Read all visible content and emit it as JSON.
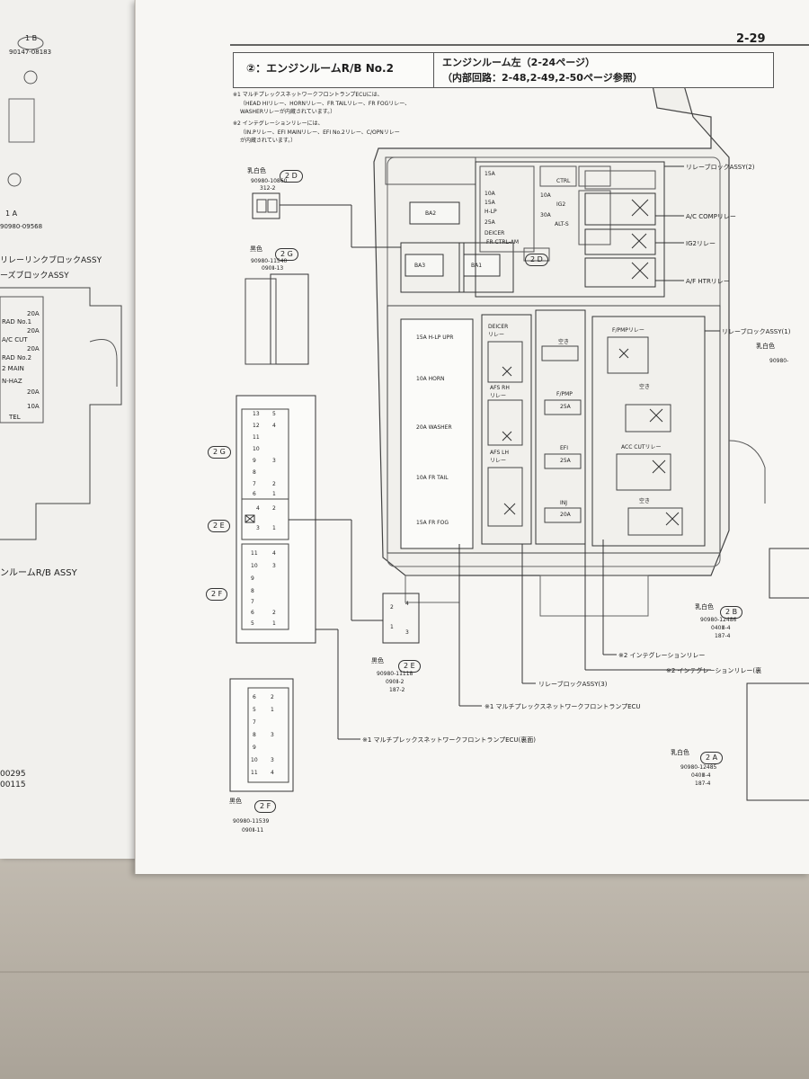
{
  "left_page": {
    "connector_top": "1 B",
    "part_top": "90147-08183",
    "connector_mid": "1 A",
    "part_mid": "90980-09568",
    "block_label_1": "リレーリンクブロックASSY",
    "block_label_2": "ーズブロックASSY",
    "fuses": [
      "20A",
      "RAD No.1",
      "20A",
      "A/C CUT",
      "20A",
      "RAD No.2",
      "2 MAIN",
      "N-HAZ",
      "20A",
      "10A",
      "TEL"
    ],
    "rb_label": "ンルームR/B ASSY",
    "code_1": "00295",
    "code_2": "00115"
  },
  "page": {
    "number": "2-29",
    "header_left": "②：エンジンルームR/B No.2",
    "header_right_1": "エンジンルーム左（2-24ページ）",
    "header_right_2": "（内部回路：2-48,2-49,2-50ページ参照）",
    "note1_head": "※1 マルチプレックスネットワークフロントランプECUには、",
    "note1_line2": "（HEAD HIリレー、HORNリレー、FR TAILリレー、FR FOGリレー、",
    "note1_line3": "WASHERリレーが内蔵されています。）",
    "note2_head": "※2 インテグレーションリレーには、",
    "note2_line2": "（IN.Pリレー、EFI MAINリレー、EFI No.2リレー、C/OPNリレー",
    "note2_line3": "が内蔵されています。）"
  },
  "connectors": {
    "c2D": {
      "color": "乳白色",
      "id": "2 D",
      "part": "90980-10860",
      "sub": "312-2"
    },
    "c2G": {
      "color": "黒色",
      "id": "2 G",
      "part": "90980-11540",
      "sub": "090Ⅱ-13"
    },
    "c2E": {
      "color": "黒色",
      "id": "2 E",
      "part": "90980-11118",
      "sub1": "090Ⅱ-2",
      "sub2": "187-2"
    },
    "c2F": {
      "color": "黒色",
      "id": "2 F",
      "part": "90980-11539",
      "sub": "090Ⅱ-11"
    },
    "c2B": {
      "color": "乳白色",
      "id": "2 B",
      "part": "90980-12486",
      "sub1": "040Ⅲ-4",
      "sub2": "187-4"
    },
    "c2A": {
      "color": "乳白色",
      "id": "2 A",
      "part": "90980-12485",
      "sub1": "040Ⅲ-4",
      "sub2": "187-4"
    },
    "c2C": {
      "color": "乳白色",
      "part": "90980-"
    }
  },
  "side_labels": {
    "g": "2 G",
    "e": "2 E",
    "f": "2 F"
  },
  "pins": {
    "g": [
      "13",
      "5",
      "12",
      "4",
      "11",
      "10",
      "9",
      "3",
      "8",
      "7",
      "2",
      "6",
      "1"
    ],
    "e": [
      "4",
      "2",
      "3",
      "1"
    ],
    "f_upper": [
      "11",
      "4",
      "10",
      "3",
      "9",
      "8",
      "7",
      "6",
      "2",
      "5",
      "1"
    ],
    "f_lower": [
      "6",
      "2",
      "5",
      "1",
      "7",
      "8",
      "3",
      "9",
      "10",
      "3",
      "11",
      "4"
    ],
    "e_conn": [
      "2",
      "4",
      "1",
      "3"
    ]
  },
  "fuses": {
    "ba2": "BA2",
    "ba3": "BA3",
    "ba1": "BA1",
    "left_col": [
      "15A H-LP UPR",
      "10A HORN",
      "20A WASHER",
      "10A FR TAIL",
      "15A FR FOG"
    ],
    "deicer": "DEICER\nリレー",
    "afs_rh": "AFS RH\nリレー",
    "afs_lh": "AFS LH\nリレー",
    "empty": "空き",
    "fpmp": "F/PMP",
    "fpmp_val": "25A",
    "efi": "EFI",
    "efi_val": "25A",
    "inj": "INJ",
    "inj_val": "20A",
    "fpmp_relay": "F/PMPリレー",
    "acc_cut": "ACC CUTリレー",
    "top_fuses": [
      "15A",
      "10A",
      "15A",
      "H-LP",
      "25A",
      "CTRL",
      "10A",
      "IG2",
      "30A",
      "ALT-S",
      "DEICER",
      "FR CTRL-AM"
    ],
    "d2": "2 D"
  },
  "callouts": {
    "relay_block_2": "リレーブロックASSY(2)",
    "ac_comp": "A/C COMPリレー",
    "ig2": "IG2リレー",
    "af_htr": "A/F HTRリレー",
    "relay_block_1": "リレーブロックASSY(1)",
    "integ_1": "※2 インテグレーションリレー",
    "relay_block_3": "リレーブロックASSY(3)",
    "integ_2": "※2 インテグレーションリレー(裏",
    "ecu_front": "※1 マルチプレックスネットワークフロントランプECU",
    "ecu_back": "※1 マルチプレックスネットワークフロントランプECU(裏面)",
    "right_color": "乳白色",
    "right_block": "2 B"
  }
}
